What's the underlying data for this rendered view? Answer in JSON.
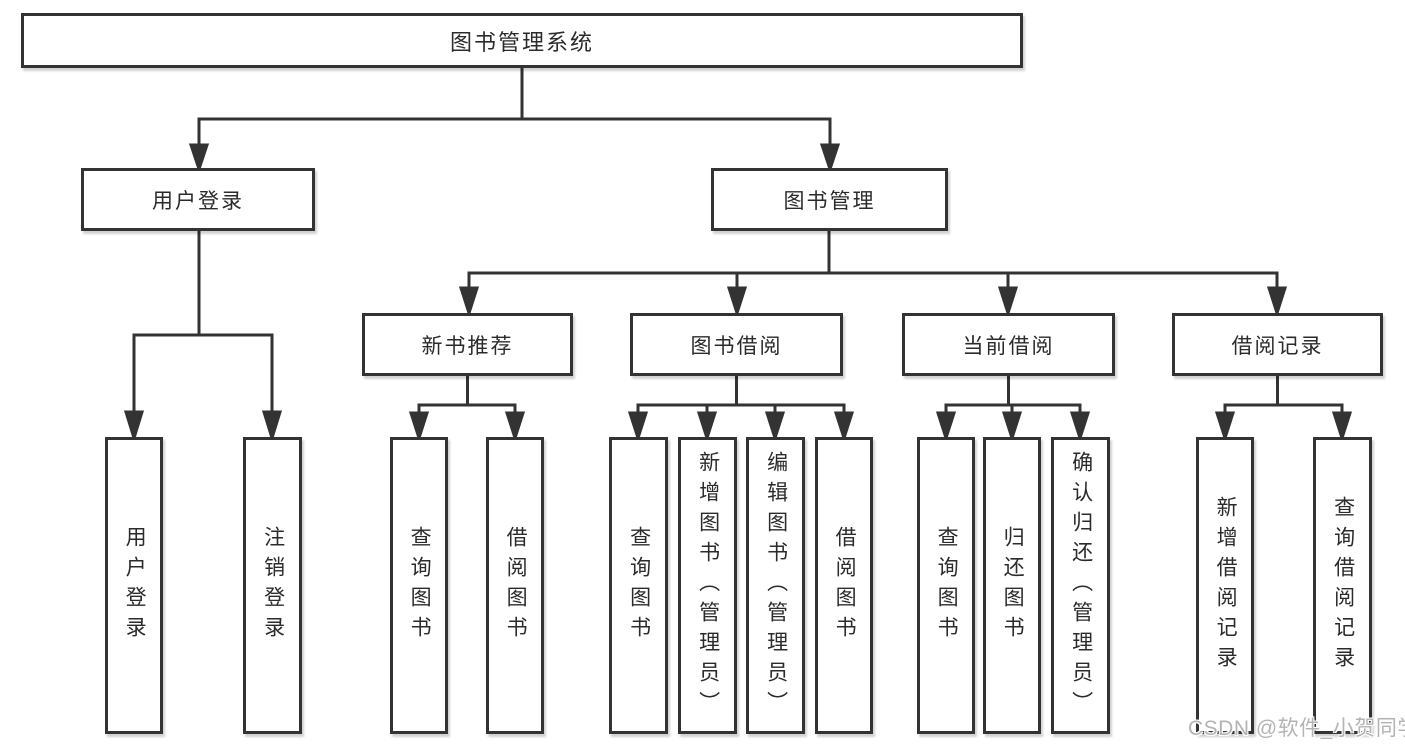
{
  "diagram": {
    "type": "tree",
    "root": {
      "label": "图书管理系统"
    },
    "login_branch": {
      "label": "用户登录",
      "children": [
        {
          "label": "用户登录"
        },
        {
          "label": "注销登录"
        }
      ]
    },
    "mgmt_branch": {
      "label": "图书管理",
      "sections": [
        {
          "label": "新书推荐",
          "children": [
            {
              "label": "查询图书"
            },
            {
              "label": "借阅图书"
            }
          ]
        },
        {
          "label": "图书借阅",
          "children": [
            {
              "label": "查询图书"
            },
            {
              "label": "新增图书（管理员）"
            },
            {
              "label": "编辑图书（管理员）"
            },
            {
              "label": "借阅图书"
            }
          ]
        },
        {
          "label": "当前借阅",
          "children": [
            {
              "label": "查询图书"
            },
            {
              "label": "归还图书"
            },
            {
              "label": "确认归还（管理员）"
            }
          ]
        },
        {
          "label": "借阅记录",
          "children": [
            {
              "label": "新增借阅记录"
            },
            {
              "label": "查询借阅记录"
            }
          ]
        }
      ]
    }
  },
  "watermark": {
    "text": "CSDN @软件_小贺同学",
    "color": "#b4b4b4"
  },
  "colors": {
    "background": "#ffffff",
    "line": "#333333",
    "box_border": "#333333",
    "box_fill": "#ffffff",
    "text": "#2b2b2b"
  }
}
